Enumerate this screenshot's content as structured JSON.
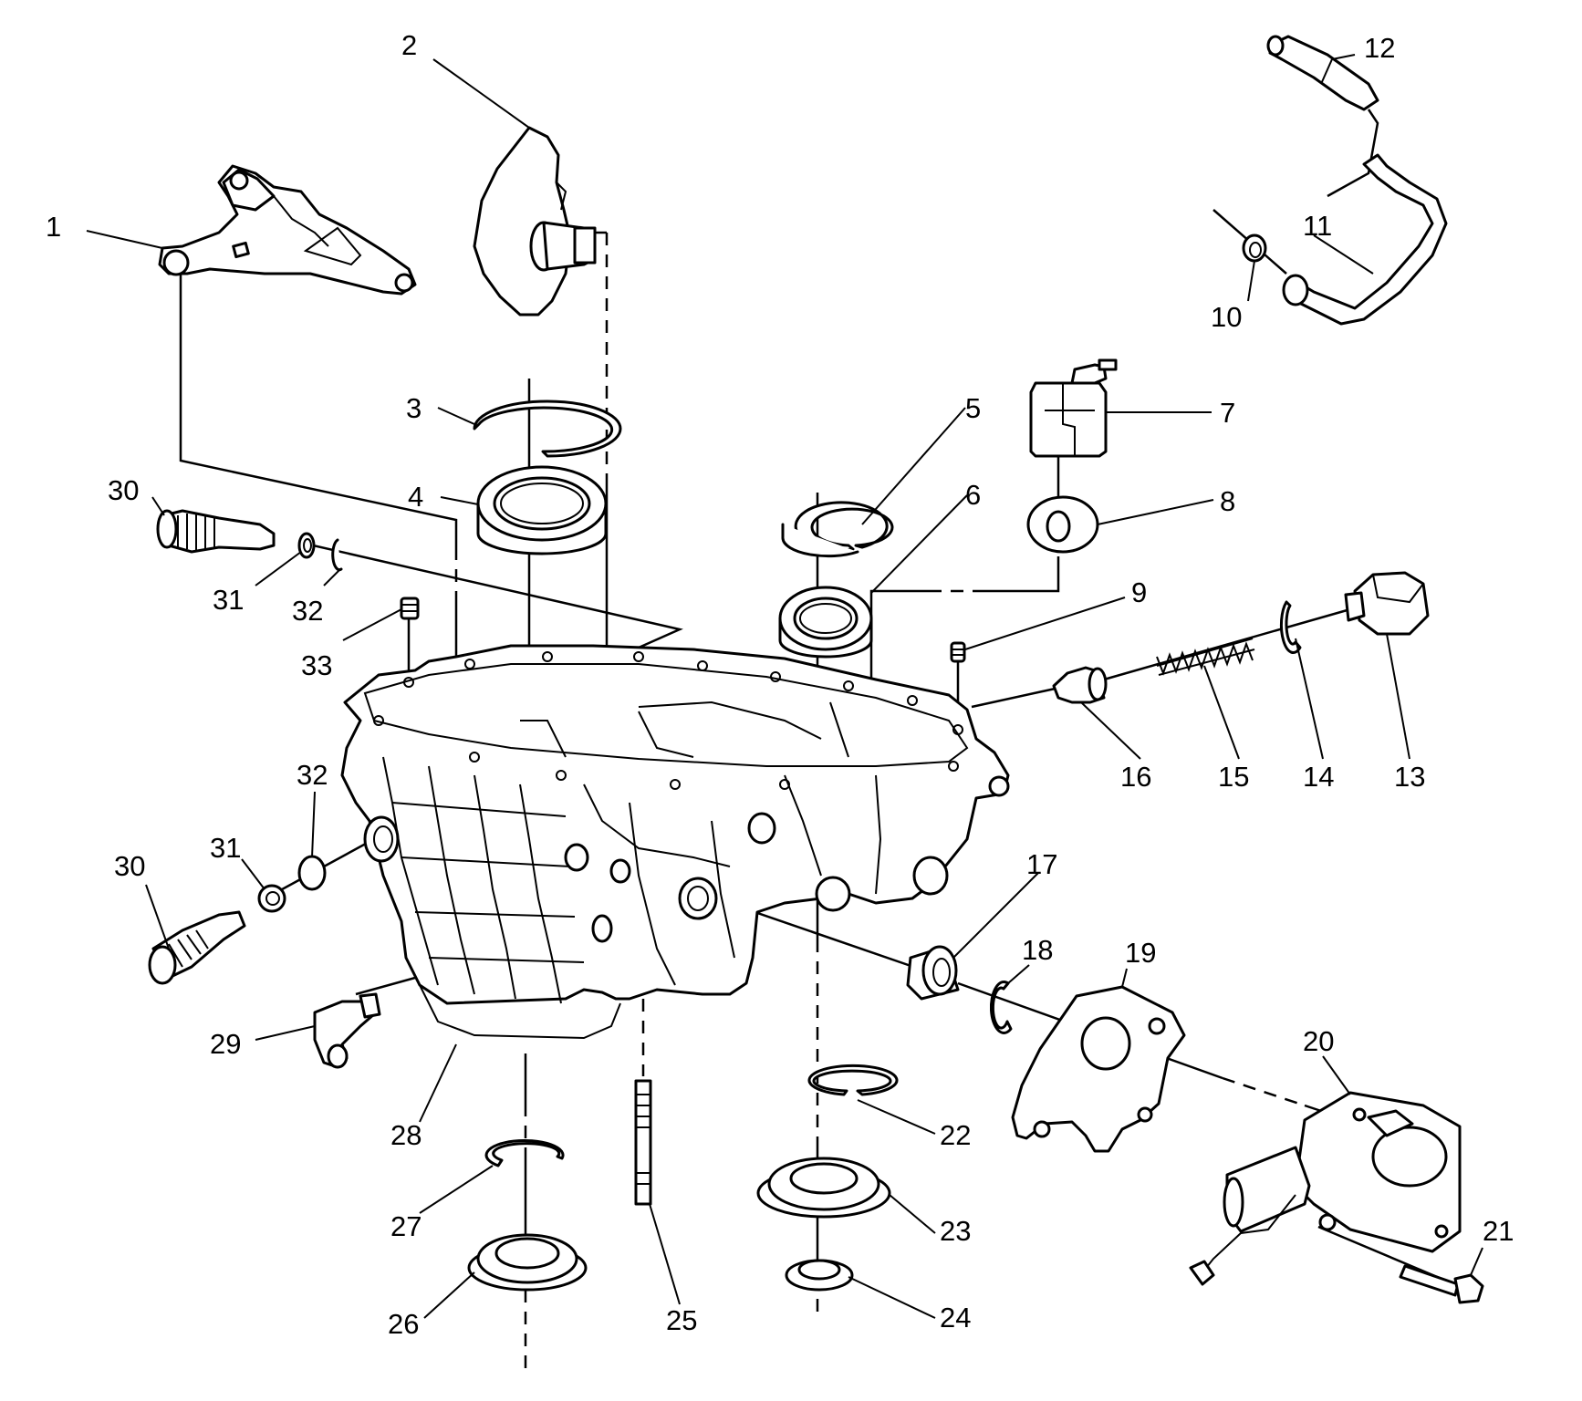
{
  "diagram": {
    "background": "#ffffff",
    "ink": "#000000",
    "callouts": [
      {
        "id": "c1",
        "text": "1"
      },
      {
        "id": "c2",
        "text": "2"
      },
      {
        "id": "c3",
        "text": "3"
      },
      {
        "id": "c4",
        "text": "4"
      },
      {
        "id": "c5",
        "text": "5"
      },
      {
        "id": "c6",
        "text": "6"
      },
      {
        "id": "c7",
        "text": "7"
      },
      {
        "id": "c8",
        "text": "8"
      },
      {
        "id": "c9",
        "text": "9"
      },
      {
        "id": "c10",
        "text": "10"
      },
      {
        "id": "c11",
        "text": "11"
      },
      {
        "id": "c12",
        "text": "12"
      },
      {
        "id": "c13",
        "text": "13"
      },
      {
        "id": "c14",
        "text": "14"
      },
      {
        "id": "c15",
        "text": "15"
      },
      {
        "id": "c16",
        "text": "16"
      },
      {
        "id": "c17",
        "text": "17"
      },
      {
        "id": "c18",
        "text": "18"
      },
      {
        "id": "c19",
        "text": "19"
      },
      {
        "id": "c20",
        "text": "20"
      },
      {
        "id": "c21",
        "text": "21"
      },
      {
        "id": "c22",
        "text": "22"
      },
      {
        "id": "c23",
        "text": "23"
      },
      {
        "id": "c24",
        "text": "24"
      },
      {
        "id": "c25",
        "text": "25"
      },
      {
        "id": "c26",
        "text": "26"
      },
      {
        "id": "c27",
        "text": "27"
      },
      {
        "id": "c28",
        "text": "28"
      },
      {
        "id": "c29",
        "text": "29"
      },
      {
        "id": "c30a",
        "text": "30"
      },
      {
        "id": "c30b",
        "text": "30"
      },
      {
        "id": "c31a",
        "text": "31"
      },
      {
        "id": "c31b",
        "text": "31"
      },
      {
        "id": "c32a",
        "text": "32"
      },
      {
        "id": "c32b",
        "text": "32"
      },
      {
        "id": "c33",
        "text": "33"
      }
    ]
  }
}
